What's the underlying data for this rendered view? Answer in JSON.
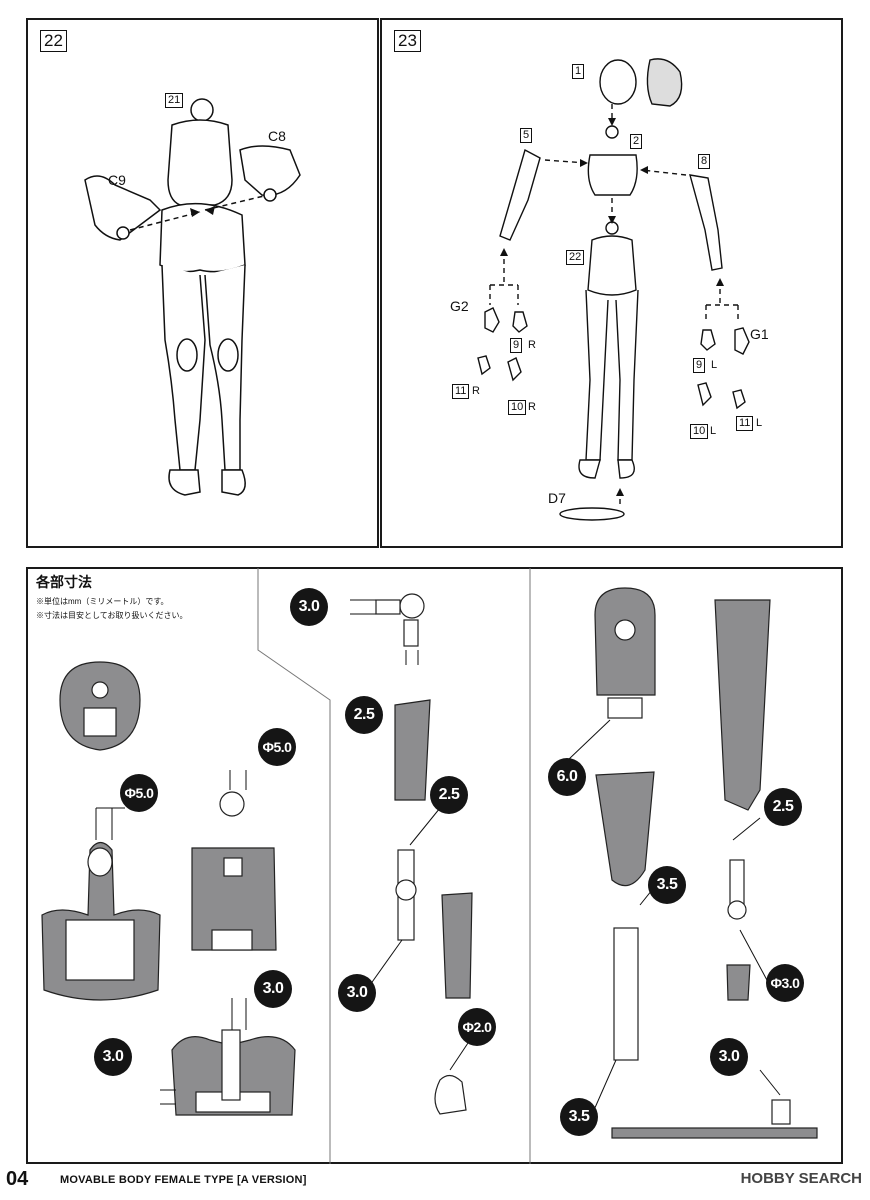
{
  "steps": {
    "s22": {
      "number": "22",
      "parts": {
        "body": "21",
        "c8": "C8",
        "c9": "C9"
      }
    },
    "s23": {
      "number": "23",
      "parts": {
        "head": "1",
        "torso": "2",
        "arm_r": "5",
        "arm_l": "8",
        "lower": "22",
        "g2": "G2",
        "g1": "G1",
        "d7": "D7",
        "r9": "9",
        "r10": "10",
        "r11": "11",
        "l9": "9",
        "l10": "10",
        "l11": "11",
        "side_r": "R",
        "side_l": "L"
      }
    }
  },
  "dimensions": {
    "title": "各部寸法",
    "notes": [
      "※単位はmm（ミリメートル）です。",
      "※寸法は目安としてお取り扱いください。"
    ],
    "values": [
      "Φ5.0",
      "Φ5.0",
      "3.0",
      "3.0",
      "3.0",
      "2.5",
      "2.5",
      "3.0",
      "Φ2.0",
      "6.0",
      "2.5",
      "3.5",
      "Φ3.0",
      "3.0",
      "3.5"
    ]
  },
  "footer": {
    "page": "04",
    "title": "MOVABLE BODY FEMALE TYPE  [A VERSION]",
    "watermark": "HOBBY SEARCH"
  },
  "colors": {
    "part_fill": "#8d8d8f",
    "ink": "#111111"
  }
}
